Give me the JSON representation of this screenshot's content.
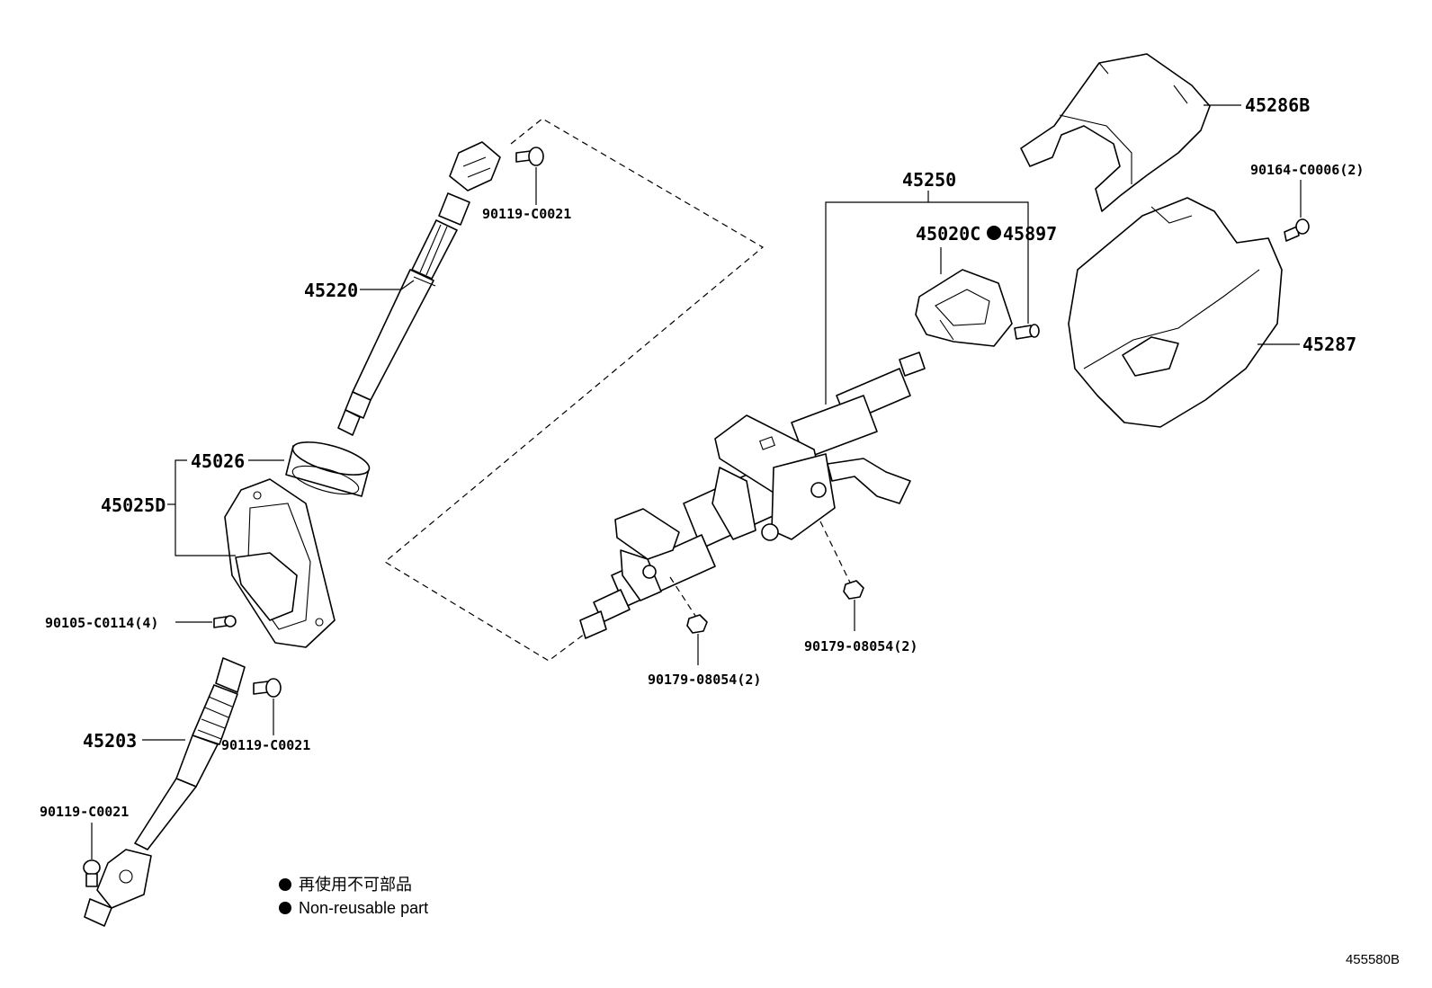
{
  "labels": {
    "p45286B": "45286B",
    "p90164": "90164-C0006(2)",
    "p45287": "45287",
    "p45250": "45250",
    "p45020C": "45020C",
    "p45897": "45897",
    "p45220": "45220",
    "p90119_top": "90119-C0021",
    "p45026": "45026",
    "p45025D": "45025D",
    "p90105": "90105-C0114(4)",
    "p45203": "45203",
    "p90119_mid": "90119-C0021",
    "p90119_bot": "90119-C0021",
    "p90179_left": "90179-08054(2)",
    "p90179_right": "90179-08054(2)"
  },
  "legend": {
    "line_jp": "再使用不可部品",
    "line_en": "Non-reusable part"
  },
  "diagram_code": "455580B"
}
